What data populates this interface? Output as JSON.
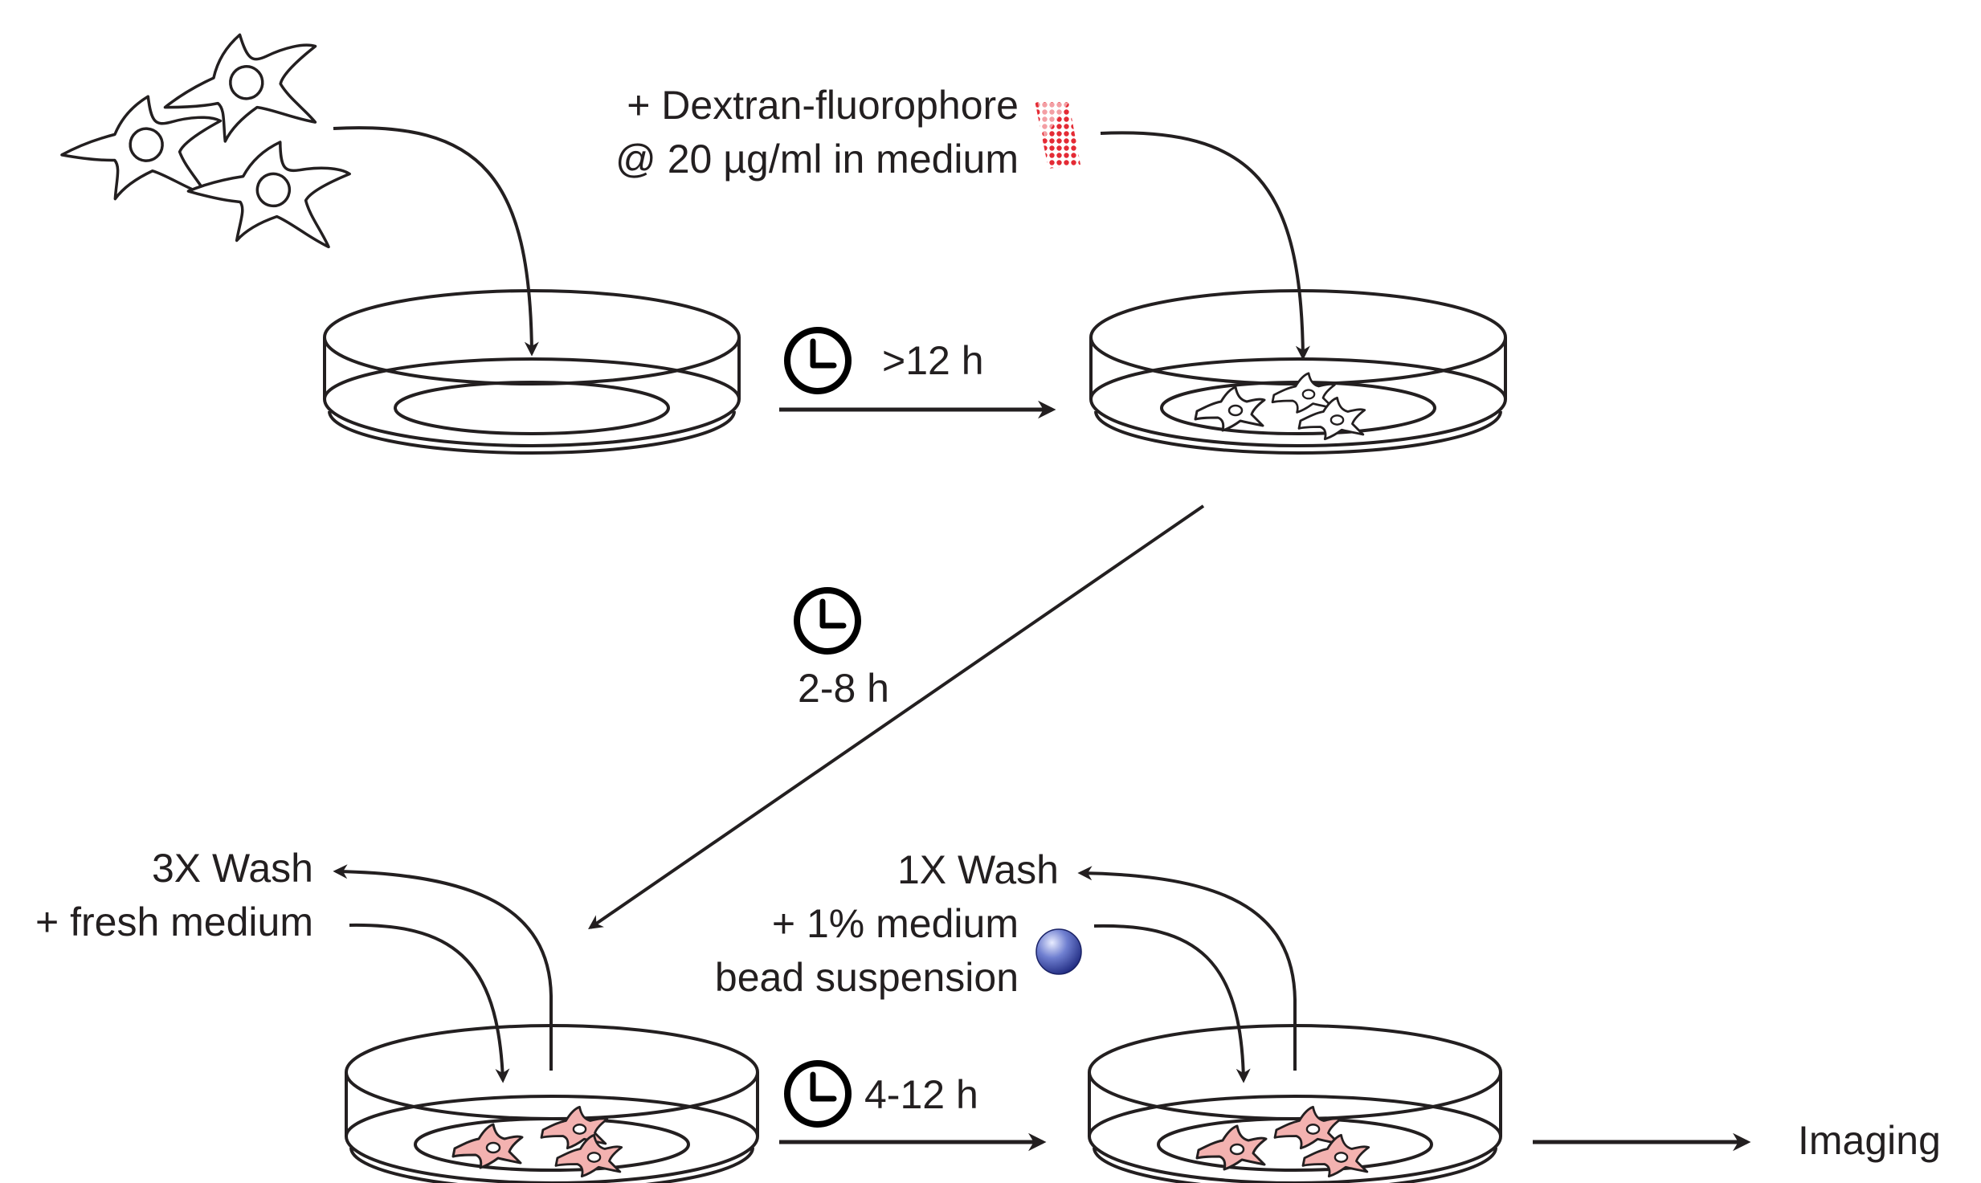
{
  "labels": {
    "dextran_line1": "+ Dextran-fluorophore",
    "dextran_line2": "@ 20 µg/ml in medium",
    "time_1": ">12 h",
    "time_2": "2-8 h",
    "time_3": "4-12 h",
    "wash3_line1": "3X Wash",
    "wash3_line2": "+ fresh medium",
    "wash1_line1": "1X Wash",
    "wash1_line2": "+ 1% medium",
    "wash1_line3": "bead suspension",
    "imaging": "Imaging"
  },
  "icons": {
    "clock": "clock-icon",
    "cells": "cell-icon",
    "dextran": "dextran-dots-icon",
    "bead": "bead-icon"
  },
  "colors": {
    "ink": "#231f20",
    "dextran_red": "#e3202a",
    "cell_red_fill": "#f3b2b0",
    "bead_blue": "#2e3d97"
  }
}
